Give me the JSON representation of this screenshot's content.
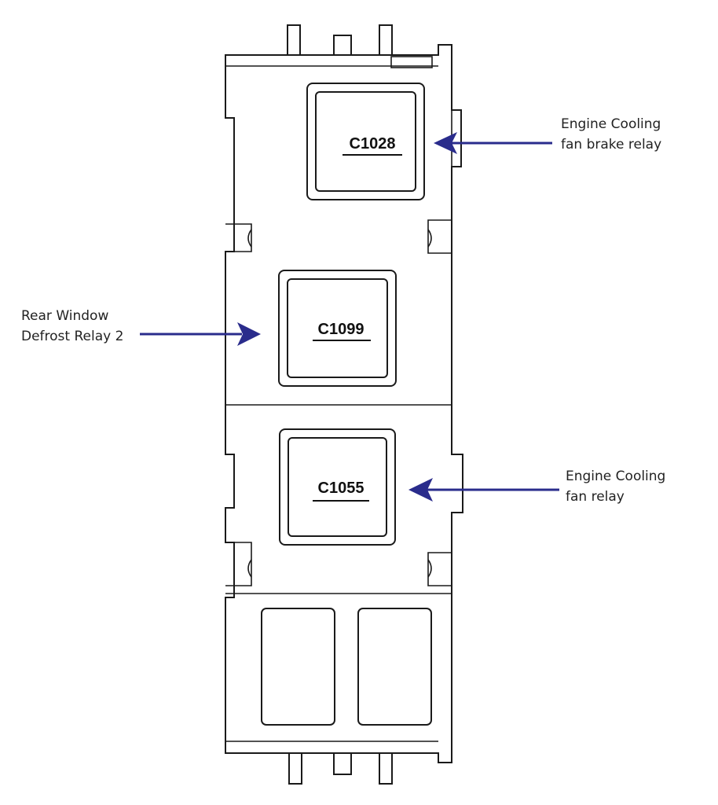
{
  "relays": [
    {
      "code": "C1028",
      "label_lines": [
        "Engine Cooling",
        "fan brake relay"
      ]
    },
    {
      "code": "C1099",
      "label_lines": [
        "Rear Window",
        "Defrost Relay 2"
      ]
    },
    {
      "code": "C1055",
      "label_lines": [
        "Engine Cooling",
        "fan relay"
      ]
    }
  ],
  "colors": {
    "arrow": "#2a2c8c",
    "outline": "#1a1a1a",
    "text": "#222222"
  }
}
